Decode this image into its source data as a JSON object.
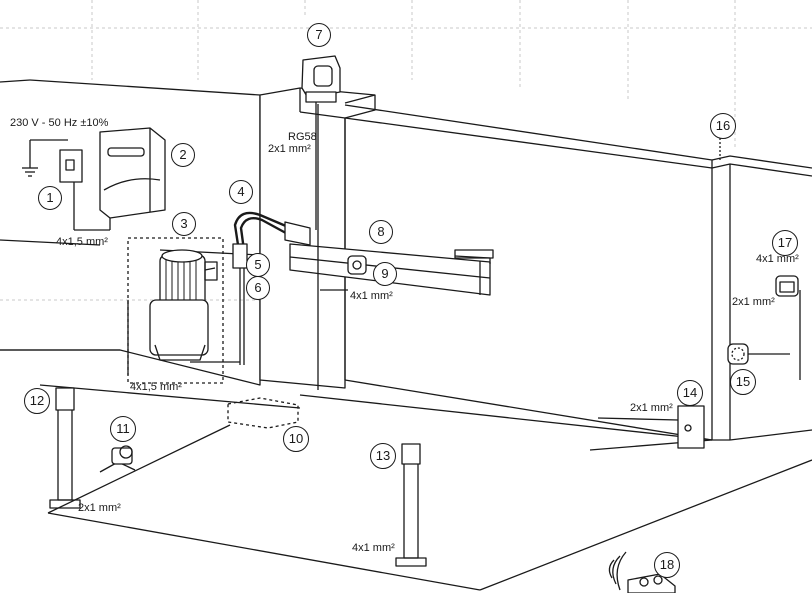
{
  "labels": {
    "power_supply": "230 V - 50 Hz ±10%",
    "cable_mains": "4x1,5 mm²",
    "cable_pump": "4x1,5 mm²",
    "cable_antenna_type": "RG58",
    "cable_antenna_wire": "2x1 mm²",
    "cable_photocell_9": "4x1 mm²",
    "cable_photocell_post": "2x1 mm²",
    "cable_post_13": "4x1 mm²",
    "cable_keyswitch_14": "2x1 mm²",
    "cable_photocell_15": "2x1 mm²",
    "cable_light_17": "4x1 mm²"
  },
  "callouts": [
    "1",
    "2",
    "3",
    "4",
    "5",
    "6",
    "7",
    "8",
    "9",
    "10",
    "11",
    "12",
    "13",
    "14",
    "15",
    "16",
    "17",
    "18"
  ]
}
